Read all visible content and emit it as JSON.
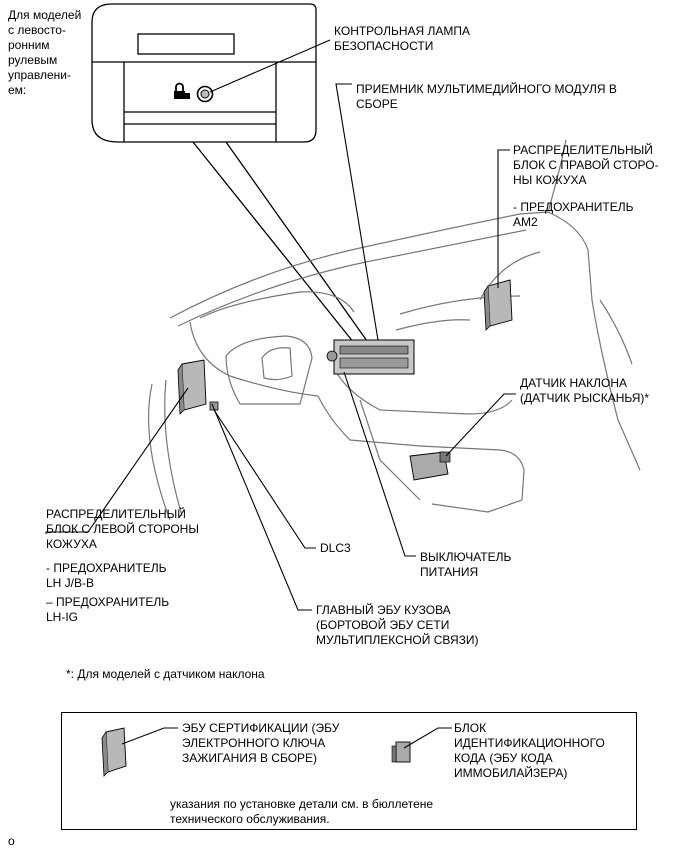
{
  "labels": {
    "lhd_models": "Для моделей\nс левосто-\nронним\nрулевым\nуправлени-\nем:",
    "security_lamp": "КОНТРОЛЬНАЯ ЛАМПА\nБЕЗОПАСНОСТИ",
    "multimedia_receiver": "ПРИЕМНИК МУЛЬТИМЕДИЙНОГО МОДУЛЯ В\nСБОРЕ",
    "right_junction_block": "РАСПРЕДЕЛИТЕЛЬНЫЙ\nБЛОК С ПРАВОЙ СТОРО-\nНЫ КОЖУХА",
    "fuse_am2": "- ПРЕДОХРАНИТЕЛЬ\nAM2",
    "tilt_sensor": "ДАТЧИК НАКЛОНА\n(ДАТЧИК РЫСКАНЬЯ)*",
    "left_junction_block": "РАСПРЕДЕЛИТЕЛЬНЫЙ\nБЛОК С ЛЕВОЙ СТОРОНЫ\nКОЖУХА",
    "fuse_lh_jb": "- ПРЕДОХРАНИТЕЛЬ\nLH J/B-B",
    "fuse_lh_ig": "– ПРЕДОХРАНИТЕЛЬ\nLH-IG",
    "dlc3": "DLC3",
    "power_switch": "ВЫКЛЮЧАТЕЛЬ\nПИТАНИЯ",
    "main_body_ecu": "ГЛАВНЫЙ ЭБУ КУЗОВА\n(БОРТОВОЙ ЭБУ СЕТИ\nМУЛЬТИПЛЕКСНОЙ СВЯЗИ)",
    "footnote": "*: Для моделей с датчиком наклона"
  },
  "legend": {
    "cert_ecu": "ЭБУ СЕРТИФИКАЦИИ (ЭБУ\nЭЛЕКТРОННОГО КЛЮЧА\nЗАЖИГАНИЯ В СБОРЕ)",
    "id_code_box": "БЛОК\nИДЕНТИФИКАЦИОННОГО\nКОДА (ЭБУ КОДА\nИММОБИЛАЙЗЕРА)",
    "note": "указания по установке детали см. в бюллетене\nтехнического обслуживания."
  },
  "corner_mark": "o",
  "icons": [
    "lock-car-icon",
    "indicator-lamp-icon"
  ]
}
